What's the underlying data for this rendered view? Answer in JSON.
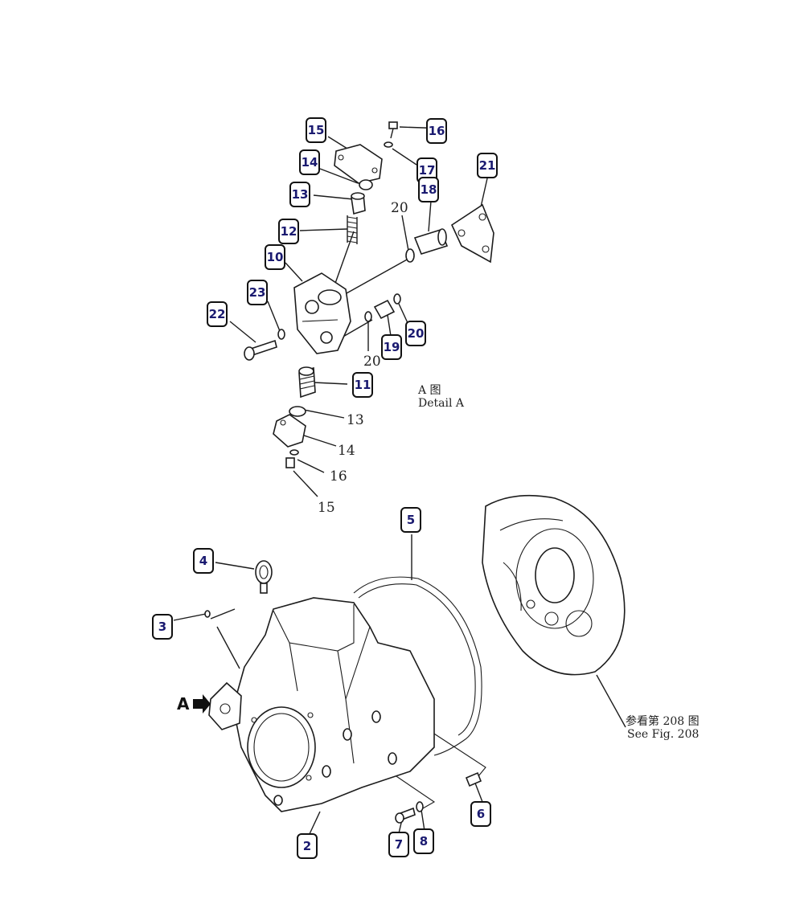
{
  "diagram": {
    "badges": [
      {
        "id": "b15",
        "label": "15"
      },
      {
        "id": "b16",
        "label": "16"
      },
      {
        "id": "b14",
        "label": "14"
      },
      {
        "id": "b17",
        "label": "17"
      },
      {
        "id": "b18",
        "label": "18"
      },
      {
        "id": "b21",
        "label": "21"
      },
      {
        "id": "b13",
        "label": "13"
      },
      {
        "id": "b12",
        "label": "12"
      },
      {
        "id": "b10",
        "label": "10"
      },
      {
        "id": "b23",
        "label": "23"
      },
      {
        "id": "b22",
        "label": "22"
      },
      {
        "id": "b20",
        "label": "20"
      },
      {
        "id": "b19",
        "label": "19"
      },
      {
        "id": "b11",
        "label": "11"
      },
      {
        "id": "b5",
        "label": "5"
      },
      {
        "id": "b4",
        "label": "4"
      },
      {
        "id": "b3",
        "label": "3"
      },
      {
        "id": "b6",
        "label": "6"
      },
      {
        "id": "b2",
        "label": "2"
      },
      {
        "id": "b7",
        "label": "7"
      },
      {
        "id": "b8",
        "label": "8"
      }
    ],
    "plain_labels": [
      {
        "id": "p20a",
        "label": "20"
      },
      {
        "id": "p20b",
        "label": "20"
      },
      {
        "id": "p13",
        "label": "13"
      },
      {
        "id": "p14",
        "label": "14"
      },
      {
        "id": "p16",
        "label": "16"
      },
      {
        "id": "p15",
        "label": "15"
      }
    ],
    "detail_label_cn": "A 图",
    "detail_label_en": "Detail A",
    "arrow_label": "A",
    "see_fig_cn": "参看第 208 图",
    "see_fig_en": "See Fig. 208"
  }
}
